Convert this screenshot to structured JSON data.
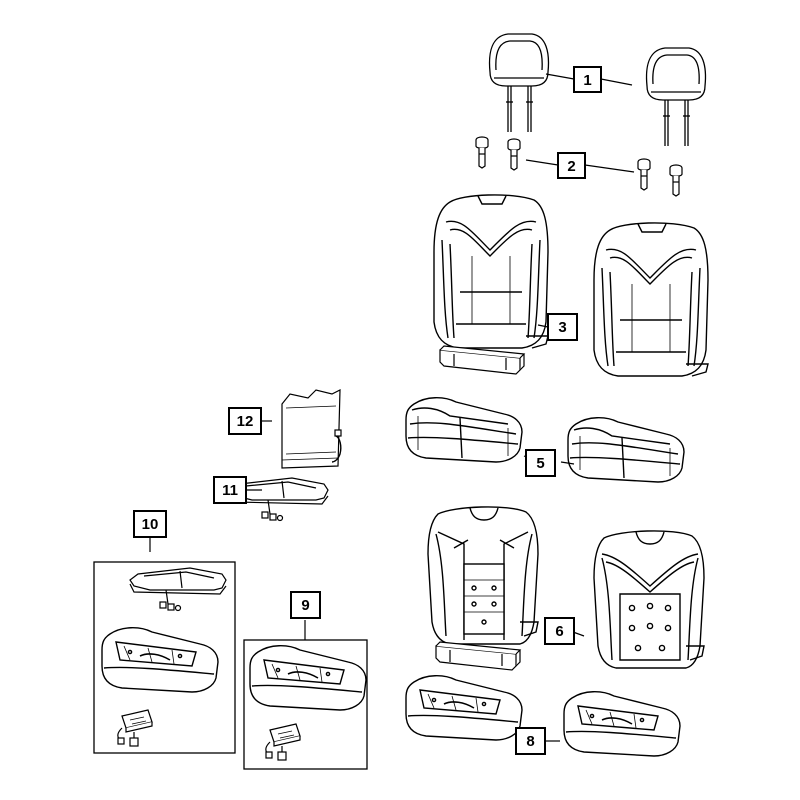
{
  "callouts": {
    "c1": "1",
    "c2": "2",
    "c3": "3",
    "c5": "5",
    "c6": "6",
    "c8": "8",
    "c9": "9",
    "c10": "10",
    "c11": "11",
    "c12": "12"
  },
  "colors": {
    "line": "#000000",
    "background": "#ffffff",
    "fill": "#ffffff",
    "shade": "#e6e6e6"
  }
}
